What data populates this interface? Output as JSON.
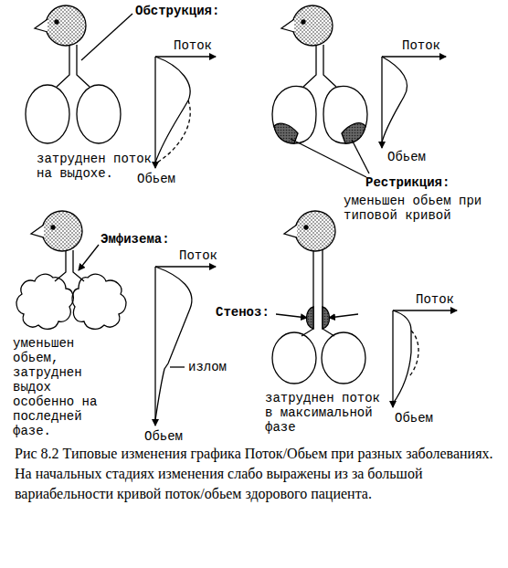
{
  "diagram": {
    "caption": "Рис 8.2 Типовые изменения графика Поток/Обьем при разных заболеваниях. На начальных стадиях изменения слабо выражены из за большой вариабельности кривой поток/обьем здорового пациента.",
    "labels": [
      "Обструкция:",
      "Поток",
      "Обьем",
      "затруднен поток на выдохе.",
      "Поток",
      "Обьем",
      "Рестрикция:",
      "уменьшен обьем при типовой кривой",
      "Эмфизема:",
      "Поток",
      "излом",
      "Обьем",
      "уменьшен обьем, затруднен выдох особенно на последней фазе.",
      "Стеноз:",
      "Поток",
      "Обьем",
      "затруднен поток в максимальной фазе"
    ]
  }
}
